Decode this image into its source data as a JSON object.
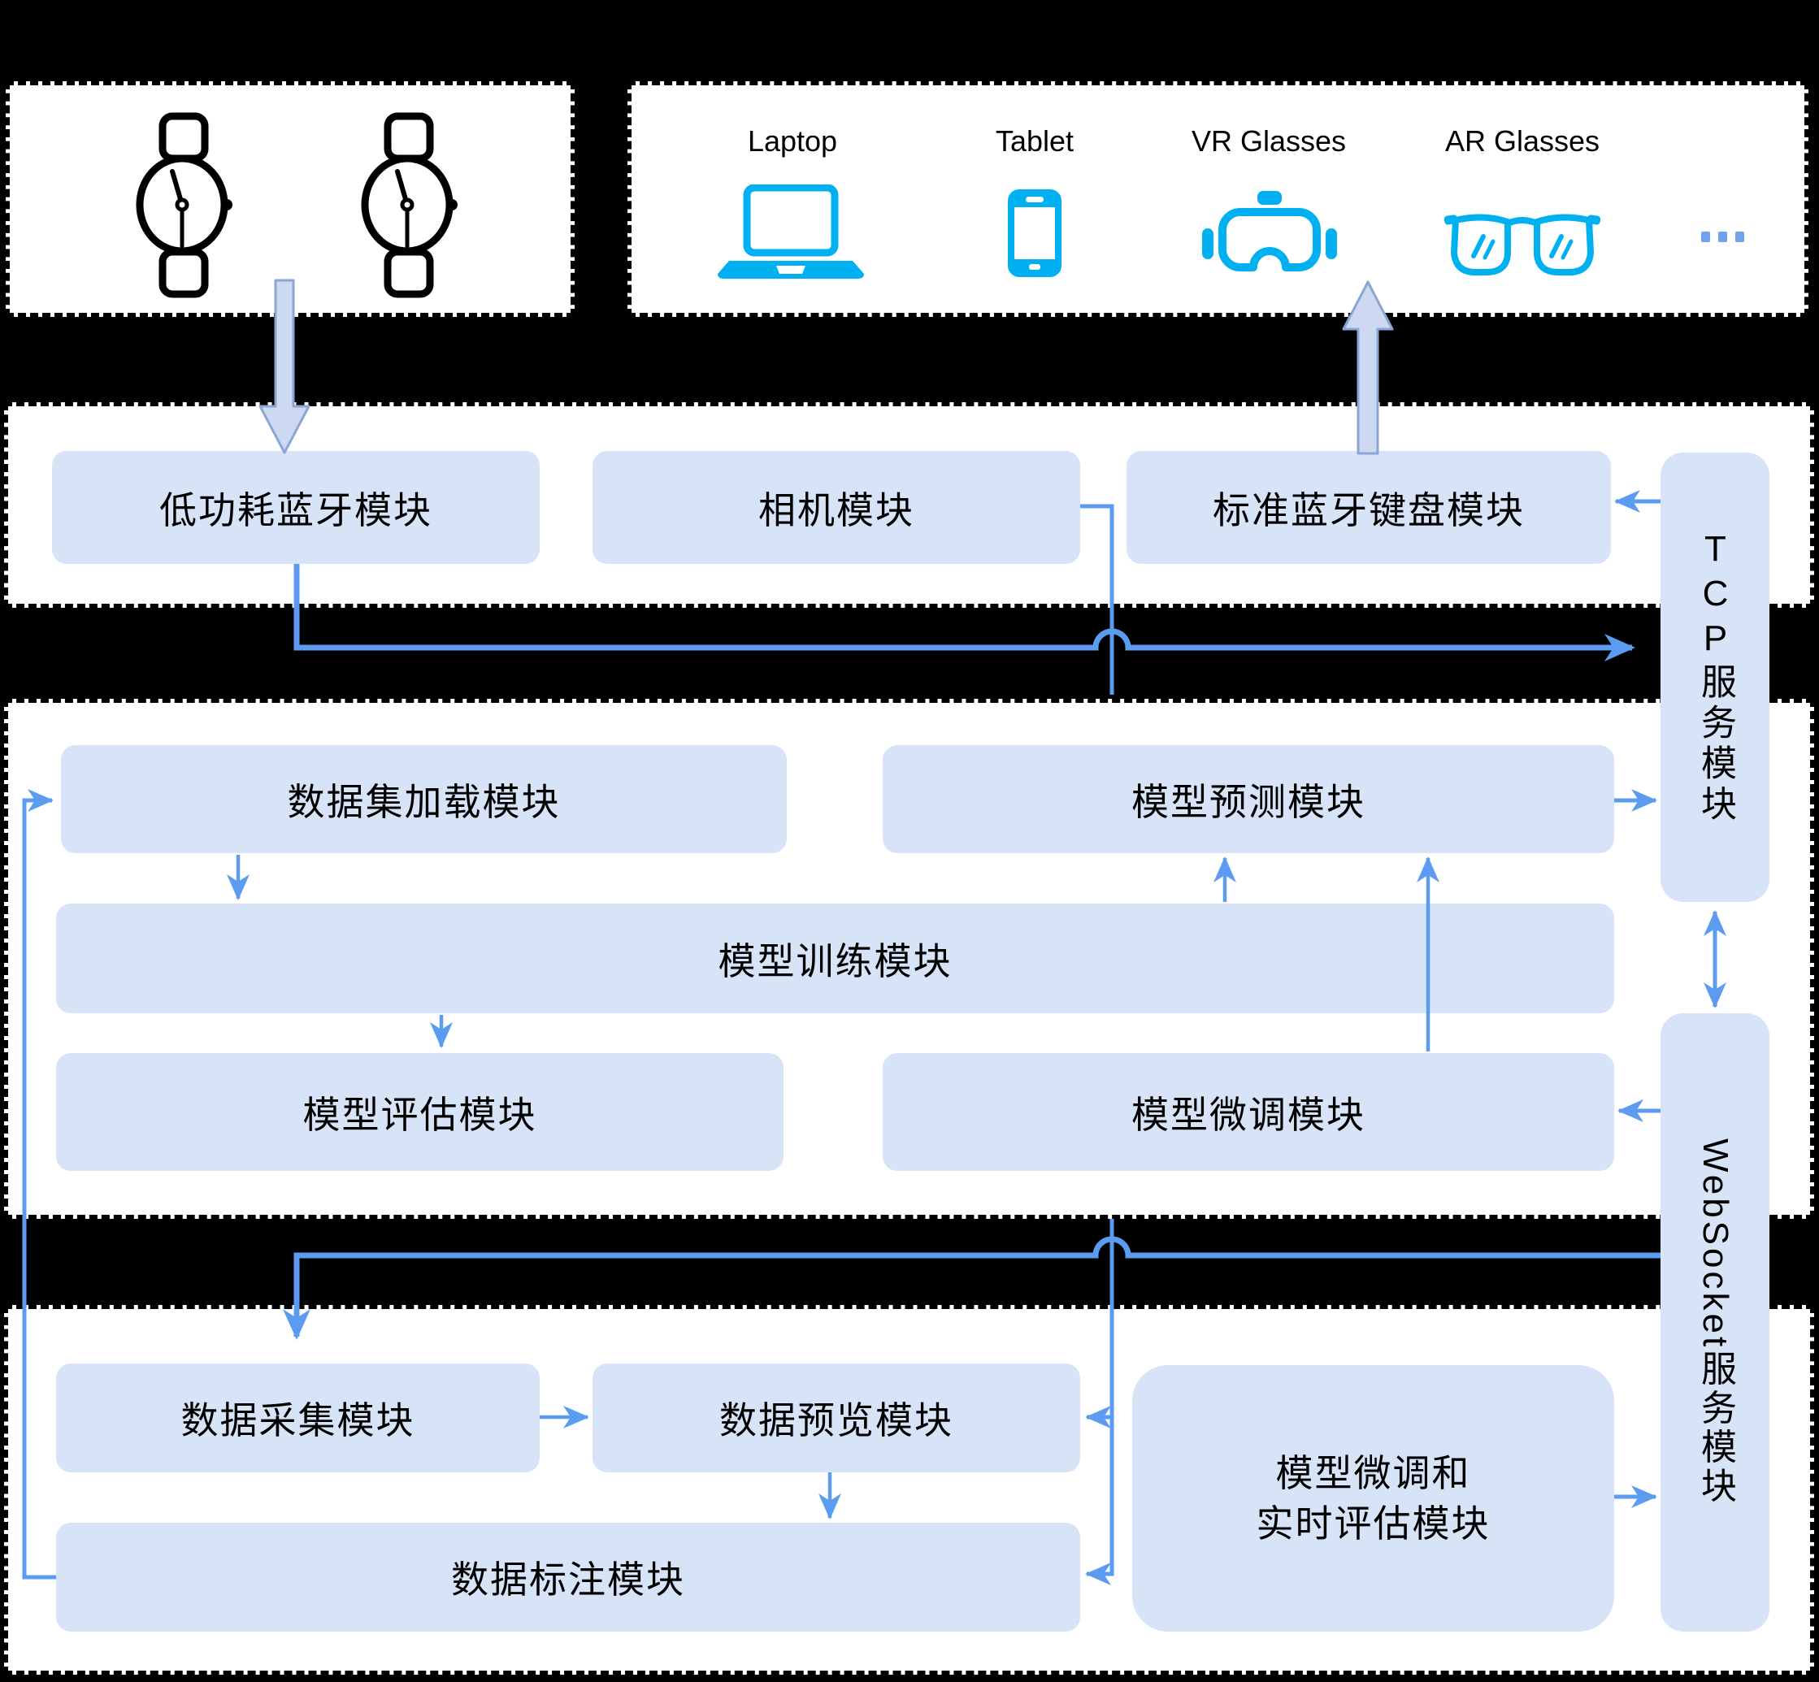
{
  "wearables_panel": {
    "icons": [
      "smartwatch-icon",
      "smartwatch-icon"
    ]
  },
  "clients_panel": {
    "items": [
      {
        "label": "Laptop",
        "icon": "laptop-icon"
      },
      {
        "label": "Tablet",
        "icon": "tablet-icon"
      },
      {
        "label": "VR Glasses",
        "icon": "vr-glasses-icon"
      },
      {
        "label": "AR Glasses",
        "icon": "ar-glasses-icon"
      }
    ],
    "more": "..."
  },
  "modules": {
    "ble": "低功耗蓝牙模块",
    "camera": "相机模块",
    "keyboard": "标准蓝牙键盘模块",
    "tcp": "TCP服务模块",
    "dataset_loading": "数据集加载模块",
    "model_prediction": "模型预测模块",
    "model_training": "模型训练模块",
    "model_evaluation": "模型评估模块",
    "model_finetune": "模型微调模块",
    "websocket": "WebSocket服务模块",
    "data_collection": "数据采集模块",
    "data_preview": "数据预览模块",
    "data_annotation": "数据标注模块",
    "finetune_realtime_eval_line1": "模型微调和",
    "finetune_realtime_eval_line2": "实时评估模块"
  },
  "colors": {
    "background": "#000000",
    "panel_fill": "#ffffff",
    "module_fill": "#d7e3f7",
    "connector_blue": "#5b9cf0",
    "block_arrow_fill": "#cdd9f0",
    "block_arrow_stroke": "#8aa5d6",
    "device_icon_cyan": "#00b0f0",
    "ellipsis_blue": "#6fa3ee",
    "watch_stroke": "#000000"
  }
}
